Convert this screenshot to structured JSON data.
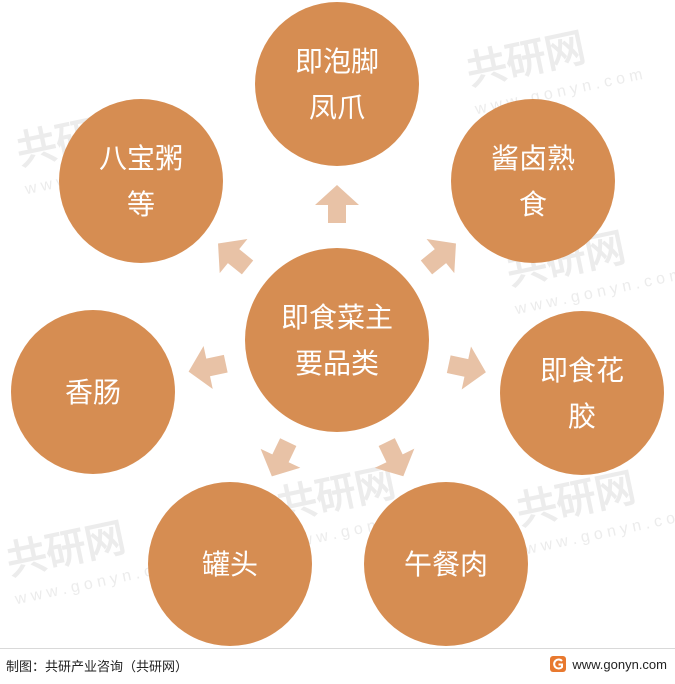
{
  "colors": {
    "node_fill": "#D68D52",
    "node_text": "#ffffff",
    "arrow_fill": "#E8C2A6",
    "watermark": "#ececec",
    "brand_orange": "#E8792F"
  },
  "diagram": {
    "center": {
      "lines": [
        "即食菜主",
        "要品类"
      ]
    },
    "nodes": [
      {
        "id": "n1",
        "lines": [
          "即泡脚",
          "凤爪"
        ]
      },
      {
        "id": "n2",
        "lines": [
          "酱卤熟",
          "食"
        ]
      },
      {
        "id": "n3",
        "lines": [
          "即食花",
          "胶"
        ]
      },
      {
        "id": "n4",
        "lines": [
          "午餐肉"
        ]
      },
      {
        "id": "n5",
        "lines": [
          "罐头"
        ]
      },
      {
        "id": "n6",
        "lines": [
          "香肠"
        ]
      },
      {
        "id": "n7",
        "lines": [
          "八宝粥",
          "等"
        ]
      }
    ]
  },
  "watermark": {
    "brand": "共研网",
    "url_text": "w w w . g o n y n . c o m"
  },
  "footer": {
    "source": "制图：共研产业咨询（共研网）",
    "site": "www.gonyn.com",
    "logo_icon": "gonyn-logo-icon"
  }
}
